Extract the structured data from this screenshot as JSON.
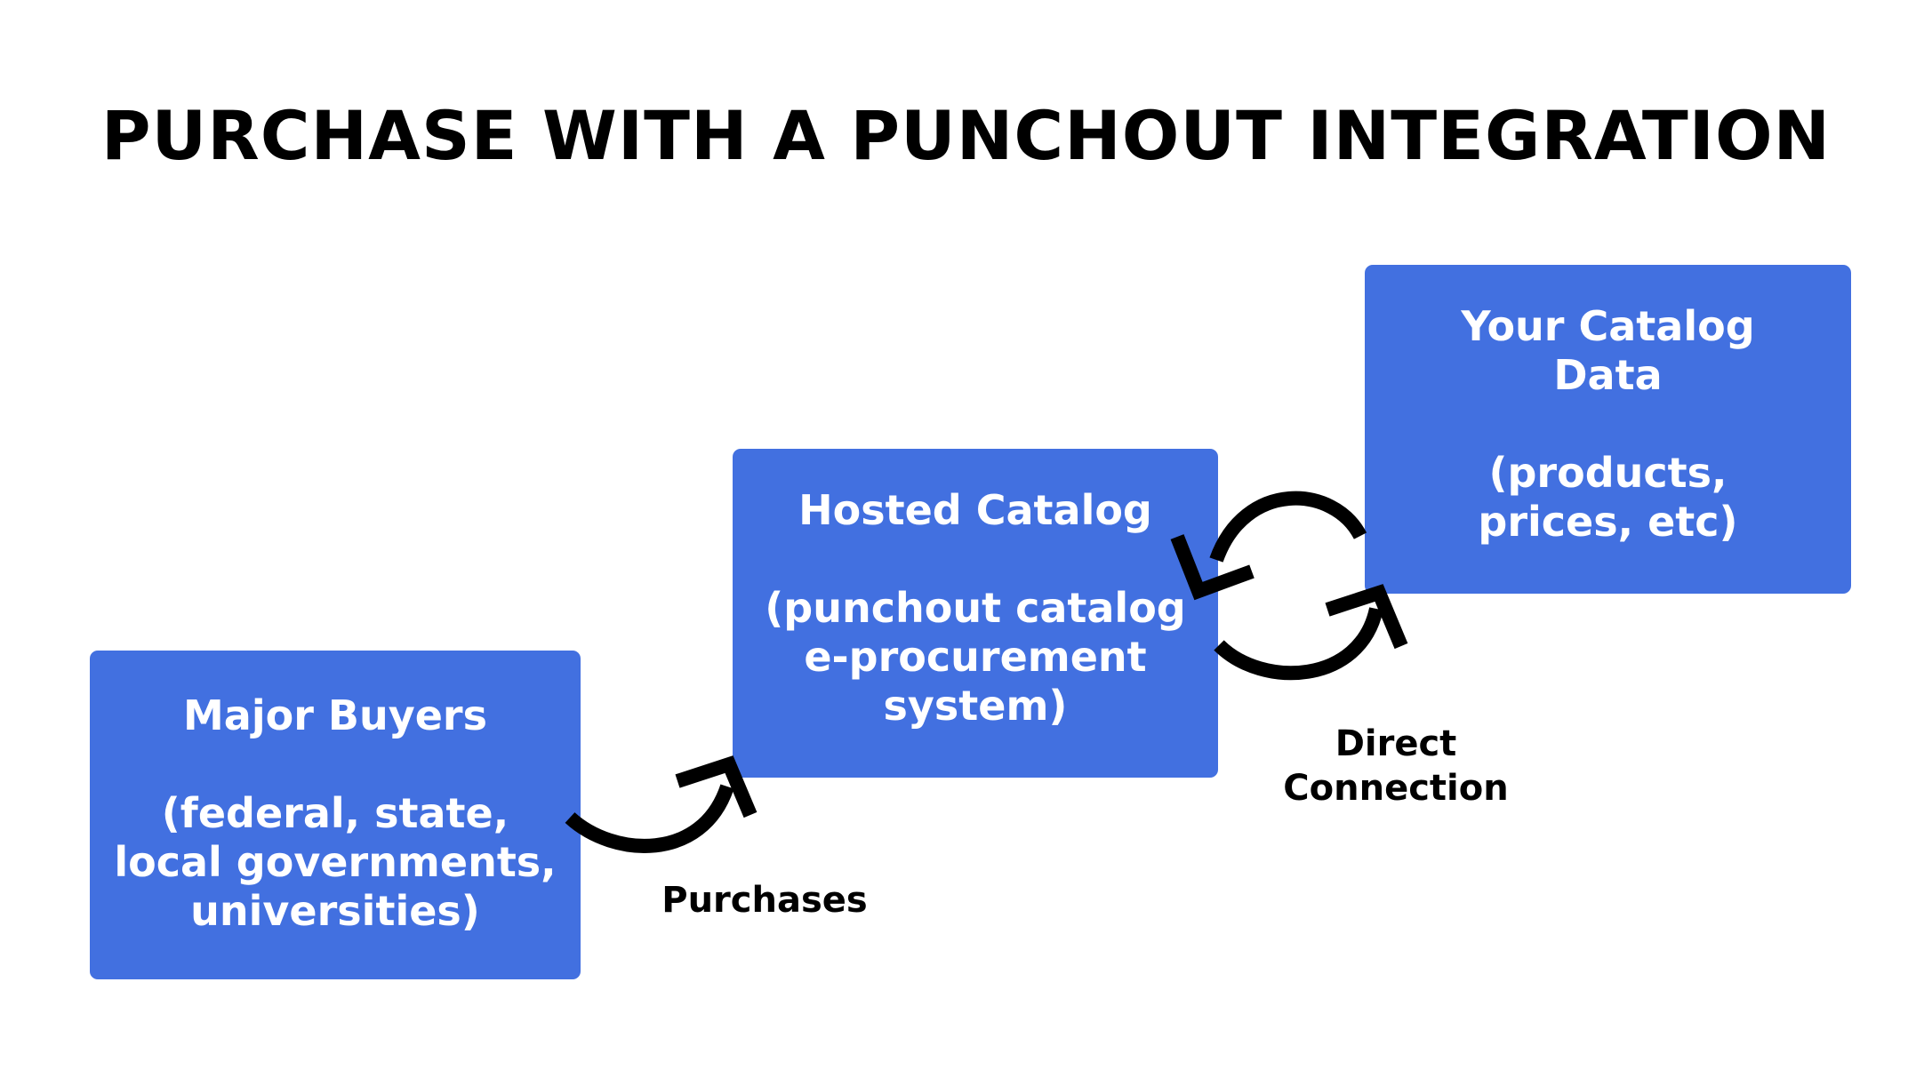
{
  "title": "PURCHASE WITH A PUNCHOUT INTEGRATION",
  "nodes": {
    "buyers": {
      "heading": "Major Buyers",
      "detail": "(federal, state,\nlocal governments,\nuniversities)"
    },
    "hosted": {
      "heading": "Hosted Catalog",
      "detail": "(punchout catalog\ne-procurement\nsystem)"
    },
    "data": {
      "heading": "Your Catalog\nData",
      "detail": "(products,\nprices, etc)"
    }
  },
  "edges": {
    "purchases": "Purchases",
    "direct": "Direct\nConnection"
  },
  "colors": {
    "box": "#4270e0",
    "box_text": "#ffffff",
    "arrow": "#000000"
  }
}
